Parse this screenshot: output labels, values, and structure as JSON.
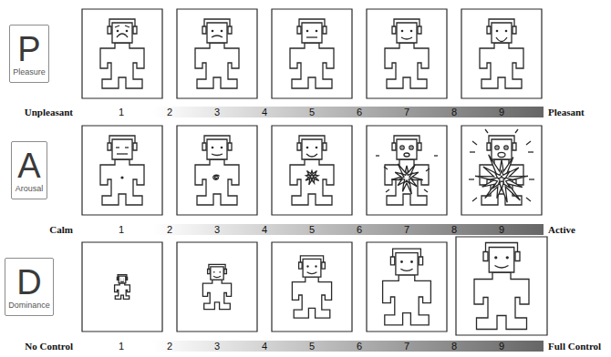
{
  "diagram": {
    "nodes": [
      {
        "text": [
          "P",
          "Pleasure"
        ]
      },
      {
        "text": [
          "A",
          "Arousal"
        ]
      },
      {
        "text": [
          "D",
          "Dominance"
        ]
      }
    ],
    "labels": [
      "Unpleasant",
      "1",
      "2",
      "3",
      "4",
      "5",
      "6",
      "7",
      "8",
      "9",
      "Pleasant",
      "Calm",
      "1",
      "2",
      "3",
      "4",
      "5",
      "6",
      "7",
      "8",
      "9",
      "Active",
      "No Control",
      "1",
      "2",
      "3",
      "4",
      "5",
      "6",
      "7",
      "8",
      "9",
      "Full Control"
    ]
  }
}
